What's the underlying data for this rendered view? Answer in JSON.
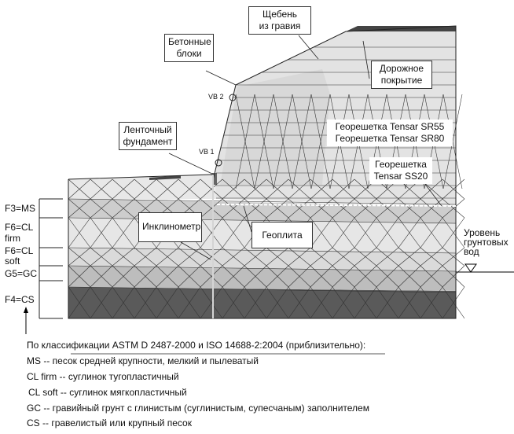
{
  "callouts": {
    "gravel": [
      "Щебень",
      "из гравия"
    ],
    "blocks": [
      "Бетонные",
      "блоки"
    ],
    "pavement": [
      "Дорожное",
      "покрытие"
    ],
    "geogrid_sr": [
      "Георешетка Tensar SR55",
      "Георешетка Tensar SR80"
    ],
    "geogrid_ss": [
      "Георешетка",
      "Tensar SS20"
    ],
    "footing": [
      "Ленточный",
      "фундамент"
    ],
    "inclinometer": "Инклинометр",
    "geoplate": "Геоплита",
    "groundwater": [
      "Уровень",
      "грунтовых",
      "вод"
    ]
  },
  "markers": {
    "vb2": "VB 2",
    "vb1": "VB 1"
  },
  "layers": [
    {
      "code": "F3=MS",
      "sub": ""
    },
    {
      "code": "F6=CL",
      "sub": "firm"
    },
    {
      "code": "F6=CL",
      "sub": "soft"
    },
    {
      "code": "G5=GC",
      "sub": ""
    },
    {
      "code": "F4=CS",
      "sub": ""
    }
  ],
  "legend": {
    "heading": "По классификации ASTM D 2487-2000 и ISO 14688-2:2004 (приблизительно):",
    "items": [
      "MS -- песок средней крупности, мелкий и пылеватый",
      "CL firm -- суглинок тугопластичный",
      "CL soft -- суглинок мягкопластичный",
      "GC -- гравийный грунт с глинистым (суглинистым, супесчаным) заполнителем",
      "CS -- гравелистый или крупный песок"
    ]
  },
  "colors": {
    "light": "#e6e6e6",
    "mid": "#cfcfcf",
    "dark": "#555555",
    "mesh": "#333333"
  }
}
